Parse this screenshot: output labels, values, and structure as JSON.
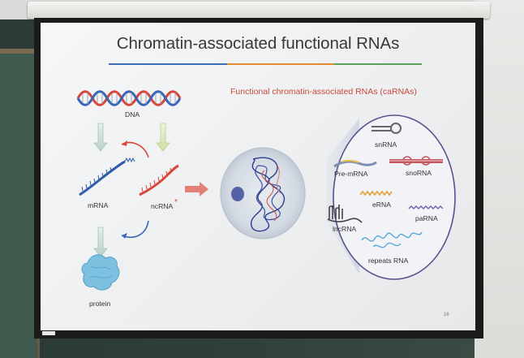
{
  "slide": {
    "title": "Chromatin-associated functional RNAs",
    "subtitle": "Functional chromatin-associated RNAs (caRNAs)",
    "page_number": "16"
  },
  "flow_labels": {
    "dna": "DNA",
    "mrna": "mRNA",
    "ncrna": "ncRNA",
    "ncrna_marker": "*",
    "protein": "protein"
  },
  "rna_types": {
    "snrna": "snRNA",
    "pre_mrna": "Pre-mRNA",
    "snorna": "snoRNA",
    "lncrna": "lncRNA",
    "erna": "eRNA",
    "parna": "paRNA",
    "repeats": "repeats RNA"
  },
  "colors": {
    "title_rule_blue": "#3a6fb5",
    "title_rule_orange": "#e58a2b",
    "title_rule_green": "#5aa05a",
    "subtitle_red": "#c94a3c",
    "dna_red": "#d9463a",
    "dna_blue": "#3a66b8",
    "circle_purple": "#5b4f8f"
  }
}
